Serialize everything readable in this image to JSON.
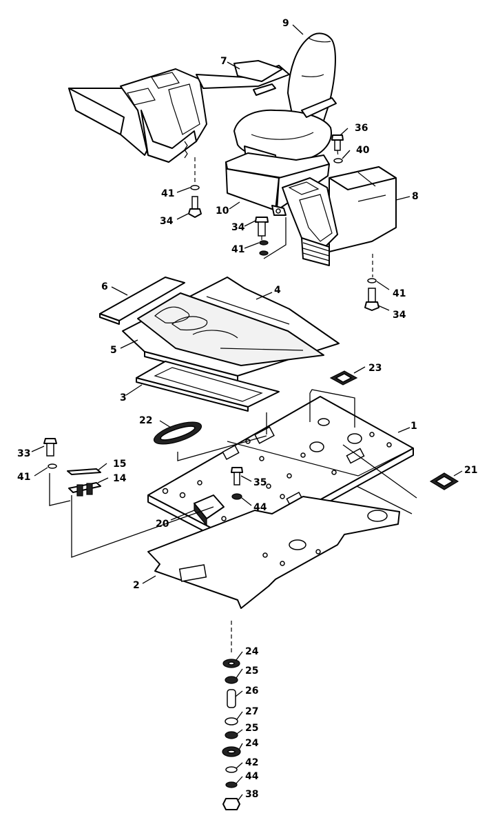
{
  "callouts": {
    "c1": "1",
    "c2": "2",
    "c3": "3",
    "c4": "4",
    "c5": "5",
    "c6": "6",
    "c7": "7",
    "c8": "8",
    "c9": "9",
    "c10": "10",
    "c14": "14",
    "c15": "15",
    "c20": "20",
    "c21": "21",
    "c22": "22",
    "c23": "23",
    "c24a": "24",
    "c25a": "25",
    "c26": "26",
    "c27": "27",
    "c25b": "25",
    "c24b": "24",
    "c33": "33",
    "c34a": "34",
    "c34b": "34",
    "c34c": "34",
    "c35": "35",
    "c36": "36",
    "c38": "38",
    "c40": "40",
    "c41a": "41",
    "c41b": "41",
    "c41c": "41",
    "c41d": "41",
    "c42": "42",
    "c44a": "44",
    "c44b": "44"
  }
}
